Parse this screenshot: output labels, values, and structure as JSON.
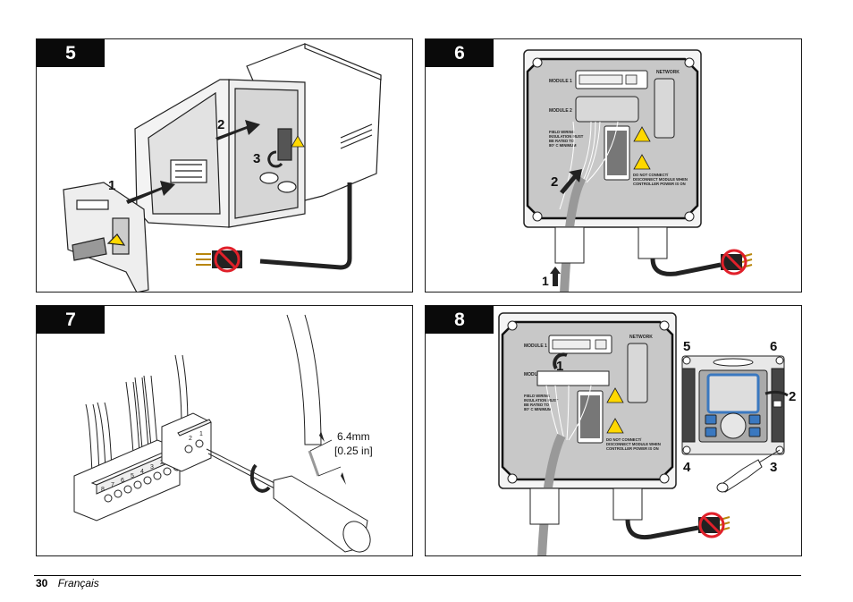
{
  "page": {
    "number": "30",
    "language": "Français"
  },
  "panels": [
    {
      "step": "5",
      "callouts": [
        "1",
        "2",
        "3"
      ],
      "icons": [
        "prohibited-plug-icon",
        "electrical-hazard-icon"
      ]
    },
    {
      "step": "6",
      "callouts": [
        "1",
        "2"
      ],
      "labels": {
        "module1": "MODULE 1",
        "module2": "MODULE 2",
        "network": "NETWORK",
        "field_wiring": [
          "FIELD WIRING",
          "INSULATION MUST",
          "BE RATED TO",
          "80° C MINIMUM"
        ],
        "warning": [
          "DO NOT CONNECT/",
          "DISCONNECT MODULE WHEN",
          "CONTROLLER POWER IS ON"
        ]
      },
      "icons": [
        "prohibited-plug-icon",
        "electrical-hazard-icon",
        "warning-icon"
      ]
    },
    {
      "step": "7",
      "terminal_block_8": [
        "8",
        "7",
        "6",
        "5",
        "4",
        "3",
        "2",
        "1"
      ],
      "terminal_block_2": [
        "2",
        "1"
      ],
      "strip_length": [
        "6.4mm",
        "[0.25 in]"
      ],
      "icons": [
        "rotate-arrow-icon",
        "screwdriver-icon"
      ]
    },
    {
      "step": "8",
      "callouts": [
        "1",
        "2",
        "3",
        "4",
        "5",
        "6"
      ],
      "labels": {
        "module1": "MODULE 1",
        "module2": "MODULE 2",
        "network": "NETWORK",
        "field_wiring": [
          "FIELD WIRING",
          "INSULATION MUST",
          "BE RATED TO",
          "80° C MINIMUM"
        ],
        "warning": [
          "DO NOT CONNECT/",
          "DISCONNECT MODULE WHEN",
          "CONTROLLER POWER IS ON"
        ]
      },
      "icons": [
        "prohibited-plug-icon",
        "electrical-hazard-icon",
        "warning-icon",
        "screwdriver-icon"
      ]
    }
  ]
}
